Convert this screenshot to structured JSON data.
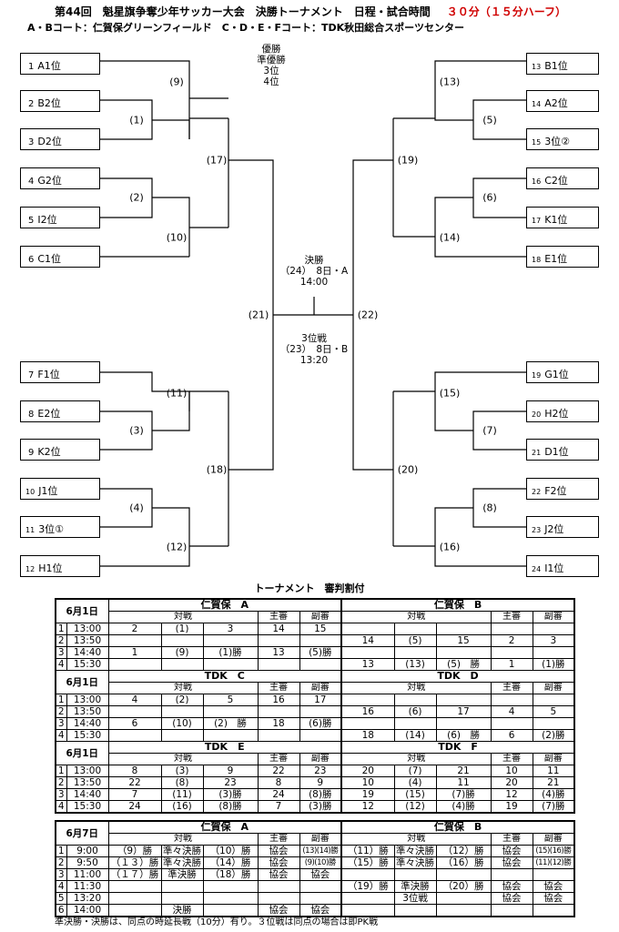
{
  "header": {
    "title": "第44回　魁星旗争奪少年サッカー大会　決勝トーナメント　日程・試合時間",
    "match_length": "３０分（１５分ハーフ）",
    "venues": "A・Bコート：仁賀保グリーンフィールド　C・D・E・Fコート：TDK秋田総合スポーツセンター"
  },
  "bracket": {
    "placings": [
      "優勝",
      "準優勝",
      "3位",
      "4位"
    ],
    "left_teams": [
      {
        "num": "1",
        "name": "A1位"
      },
      {
        "num": "2",
        "name": "B2位"
      },
      {
        "num": "3",
        "name": "D2位"
      },
      {
        "num": "4",
        "name": "G2位"
      },
      {
        "num": "5",
        "name": "I2位"
      },
      {
        "num": "6",
        "name": "C1位"
      },
      {
        "num": "7",
        "name": "F1位"
      },
      {
        "num": "8",
        "name": "E2位"
      },
      {
        "num": "9",
        "name": "K2位"
      },
      {
        "num": "10",
        "name": "J1位"
      },
      {
        "num": "11",
        "name": "3位①"
      },
      {
        "num": "12",
        "name": "H1位"
      }
    ],
    "right_teams": [
      {
        "num": "13",
        "name": "B1位"
      },
      {
        "num": "14",
        "name": "A2位"
      },
      {
        "num": "15",
        "name": "3位②"
      },
      {
        "num": "16",
        "name": "C2位"
      },
      {
        "num": "17",
        "name": "K1位"
      },
      {
        "num": "18",
        "name": "E1位"
      },
      {
        "num": "19",
        "name": "G1位"
      },
      {
        "num": "20",
        "name": "H2位"
      },
      {
        "num": "21",
        "name": "D1位"
      },
      {
        "num": "22",
        "name": "F2位"
      },
      {
        "num": "23",
        "name": "J2位"
      },
      {
        "num": "24",
        "name": "I1位"
      }
    ],
    "match_numbers": {
      "m1": "(1)",
      "m2": "(2)",
      "m3": "(3)",
      "m4": "(4)",
      "m5": "(5)",
      "m6": "(6)",
      "m7": "(7)",
      "m8": "(8)",
      "m9": "(9)",
      "m10": "(10)",
      "m11": "(11)",
      "m12": "(12)",
      "m13": "(13)",
      "m14": "(14)",
      "m15": "(15)",
      "m16": "(16)",
      "m17": "(17)",
      "m18": "(18)",
      "m19": "(19)",
      "m20": "(20)",
      "m21": "(21)",
      "m22": "(22)"
    },
    "final": {
      "label": "決勝",
      "detail": "（24）　8日・A",
      "time": "14:00"
    },
    "third_place": {
      "label": "3位戦",
      "detail": "（23）　8日・B",
      "time": "13:20"
    }
  },
  "referee": {
    "title": "トーナメント　審判割付",
    "headers": {
      "match": "対戦",
      "chief": "主審",
      "assistant": "副審"
    },
    "day1": {
      "date": "6月1日",
      "blocks": [
        {
          "venues": [
            "仁賀保　A",
            "仁賀保　B"
          ],
          "rows": [
            {
              "n": "1",
              "time": "13:00",
              "l": [
                "2",
                "(1)",
                "3",
                "14",
                "15"
              ],
              "r": [
                "",
                "",
                "",
                "",
                ""
              ]
            },
            {
              "n": "2",
              "time": "13:50",
              "l": [
                "",
                "",
                "",
                "",
                ""
              ],
              "r": [
                "14",
                "(5)",
                "15",
                "2",
                "3"
              ]
            },
            {
              "n": "3",
              "time": "14:40",
              "l": [
                "1",
                "(9)",
                "(1)勝",
                "13",
                "(5)勝"
              ],
              "r": [
                "",
                "",
                "",
                "",
                ""
              ]
            },
            {
              "n": "4",
              "time": "15:30",
              "l": [
                "",
                "",
                "",
                "",
                ""
              ],
              "r": [
                "13",
                "(13)",
                "(5)　勝",
                "1",
                "(1)勝"
              ]
            }
          ]
        },
        {
          "venues": [
            "TDK　C",
            "TDK　D"
          ],
          "rows": [
            {
              "n": "1",
              "time": "13:00",
              "l": [
                "4",
                "(2)",
                "5",
                "16",
                "17"
              ],
              "r": [
                "",
                "",
                "",
                "",
                ""
              ]
            },
            {
              "n": "2",
              "time": "13:50",
              "l": [
                "",
                "",
                "",
                "",
                ""
              ],
              "r": [
                "16",
                "(6)",
                "17",
                "4",
                "5"
              ]
            },
            {
              "n": "3",
              "time": "14:40",
              "l": [
                "6",
                "(10)",
                "(2)　勝",
                "18",
                "(6)勝"
              ],
              "r": [
                "",
                "",
                "",
                "",
                ""
              ]
            },
            {
              "n": "4",
              "time": "15:30",
              "l": [
                "",
                "",
                "",
                "",
                ""
              ],
              "r": [
                "18",
                "(14)",
                "(6)　勝",
                "6",
                "(2)勝"
              ]
            }
          ]
        },
        {
          "venues": [
            "TDK　E",
            "TDK　F"
          ],
          "rows": [
            {
              "n": "1",
              "time": "13:00",
              "l": [
                "8",
                "(3)",
                "9",
                "22",
                "23"
              ],
              "r": [
                "20",
                "(7)",
                "21",
                "10",
                "11"
              ]
            },
            {
              "n": "2",
              "time": "13:50",
              "l": [
                "22",
                "(8)",
                "23",
                "8",
                "9"
              ],
              "r": [
                "10",
                "(4)",
                "11",
                "20",
                "21"
              ]
            },
            {
              "n": "3",
              "time": "14:40",
              "l": [
                "7",
                "(11)",
                "(3)勝",
                "24",
                "(8)勝"
              ],
              "r": [
                "19",
                "(15)",
                "(7)勝",
                "12",
                "(4)勝"
              ]
            },
            {
              "n": "4",
              "time": "15:30",
              "l": [
                "24",
                "(16)",
                "(8)勝",
                "7",
                "(3)勝"
              ],
              "r": [
                "12",
                "(12)",
                "(4)勝",
                "19",
                "(7)勝"
              ]
            }
          ]
        }
      ]
    },
    "day7": {
      "date": "6月7日",
      "venues": [
        "仁賀保　A",
        "仁賀保　B"
      ],
      "rows": [
        {
          "n": "1",
          "time": "9:00",
          "l": [
            "（9）勝",
            "準々決勝",
            "（10）勝",
            "協会",
            "(13)(14)勝"
          ],
          "r": [
            "（11）勝",
            "準々決勝",
            "（12）勝",
            "協会",
            "(15)(16)勝"
          ]
        },
        {
          "n": "2",
          "time": "9:50",
          "l": [
            "（１３）勝",
            "準々決勝",
            "（14）勝",
            "協会",
            "(9)(10)勝"
          ],
          "r": [
            "（15）勝",
            "準々決勝",
            "（16）勝",
            "協会",
            "(11)(12)勝"
          ]
        },
        {
          "n": "3",
          "time": "11:00",
          "l": [
            "（１７）勝",
            "準決勝",
            "（18）勝",
            "協会",
            "協会"
          ],
          "r": [
            "",
            "",
            "",
            "",
            ""
          ]
        },
        {
          "n": "4",
          "time": "11:30",
          "l": [
            "",
            "",
            "",
            "",
            ""
          ],
          "r": [
            "（19）勝",
            "準決勝",
            "（20）勝",
            "協会",
            "協会"
          ]
        },
        {
          "n": "5",
          "time": "13:20",
          "l": [
            "",
            "",
            "",
            "",
            ""
          ],
          "r": [
            "",
            "3位戦",
            "",
            "協会",
            "協会"
          ]
        },
        {
          "n": "6",
          "time": "14:00",
          "l": [
            "",
            "決勝",
            "",
            "協会",
            "協会"
          ],
          "r": [
            "",
            "",
            "",
            "",
            ""
          ]
        }
      ]
    },
    "note": "準決勝・決勝は、同点の時延長戦（10分）有り。３位戦は同点の場合は即PK戦"
  }
}
